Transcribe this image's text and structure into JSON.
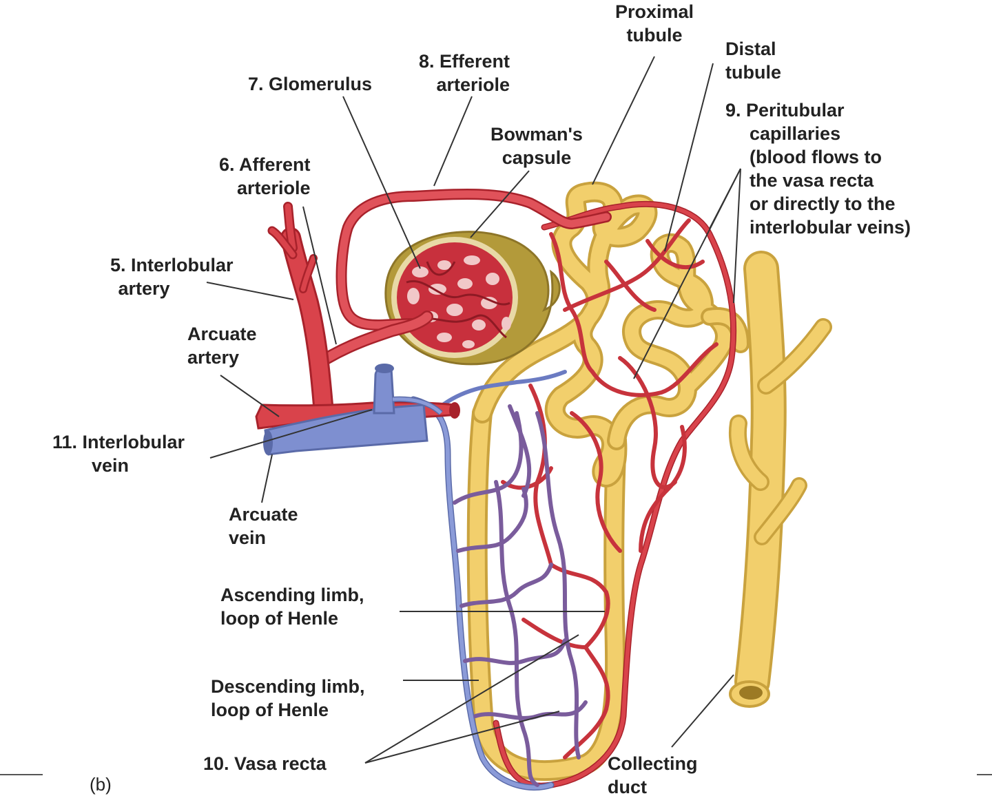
{
  "figure": {
    "panel_label": "(b)"
  },
  "labels": {
    "proximal_tubule": [
      "Proximal",
      "tubule"
    ],
    "distal_tubule": [
      "Distal",
      "tubule"
    ],
    "efferent_arteriole": [
      "8. Efferent",
      "arteriole"
    ],
    "glomerulus": [
      "7. Glomerulus"
    ],
    "bowmans_capsule": [
      "Bowman's",
      "capsule"
    ],
    "peritubular_capillaries": [
      "9. Peritubular",
      "capillaries",
      "(blood flows to",
      "the vasa recta",
      "or directly to the",
      "interlobular veins)"
    ],
    "afferent_arteriole": [
      "6. Afferent",
      "arteriole"
    ],
    "interlobular_artery": [
      "5. Interlobular",
      "artery"
    ],
    "arcuate_artery": [
      "Arcuate",
      "artery"
    ],
    "interlobular_vein": [
      "11. Interlobular",
      "vein"
    ],
    "arcuate_vein": [
      "Arcuate",
      "vein"
    ],
    "ascending_limb": [
      "Ascending limb,",
      "loop of Henle"
    ],
    "descending_limb": [
      "Descending limb,",
      "loop of Henle"
    ],
    "vasa_recta": [
      "10. Vasa recta"
    ],
    "collecting_duct": [
      "Collecting",
      "duct"
    ]
  },
  "colors": {
    "artery_red": "#d9434b",
    "artery_dark": "#a8222b",
    "vein_blue": "#7e8fd0",
    "vein_dark": "#5a6aa8",
    "tubule_yellow": "#f2cf6c",
    "tubule_dark": "#c9a23e",
    "capsule_olive": "#b39a3a",
    "glomerulus_red": "#c8303d",
    "leader_line": "#333333"
  }
}
